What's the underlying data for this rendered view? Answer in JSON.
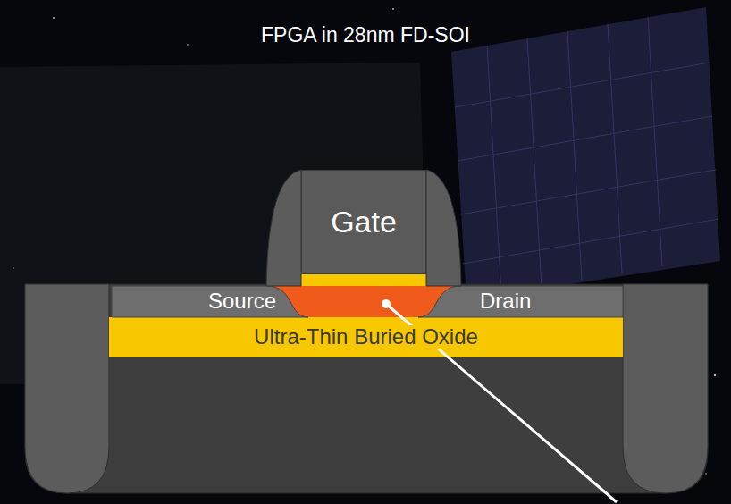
{
  "diagram": {
    "title": "FPGA in 28nm FD-SOI",
    "nodes": [
      {
        "text": [
          "Gate"
        ]
      },
      {
        "text": [
          "Source"
        ]
      },
      {
        "text": [
          "Drain"
        ]
      },
      {
        "text": [
          "Ultra-Thin Buried Oxide"
        ]
      }
    ]
  }
}
